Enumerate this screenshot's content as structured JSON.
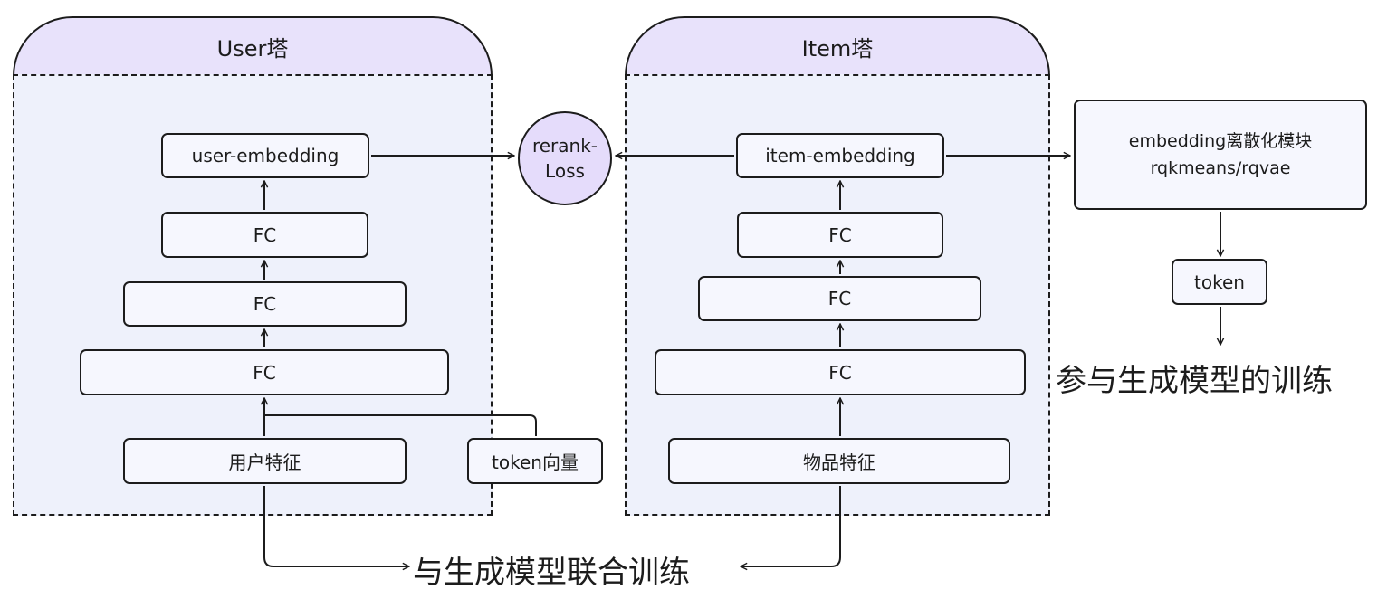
{
  "user_tower": {
    "title": "User塔",
    "embedding": "user-embedding",
    "fc_layers": [
      "FC",
      "FC",
      "FC"
    ],
    "feature": "用户特征",
    "token_vector": "token向量"
  },
  "item_tower": {
    "title": "Item塔",
    "embedding": "item-embedding",
    "fc_layers": [
      "FC",
      "FC",
      "FC"
    ],
    "feature": "物品特征"
  },
  "loss": {
    "line1": "rerank-",
    "line2": "Loss"
  },
  "discretize": {
    "line1": "embedding离散化模块",
    "line2": "rqkmeans/rqvae",
    "token": "token",
    "caption": "参与生成模型的训练"
  },
  "joint_caption": "与生成模型联合训练"
}
